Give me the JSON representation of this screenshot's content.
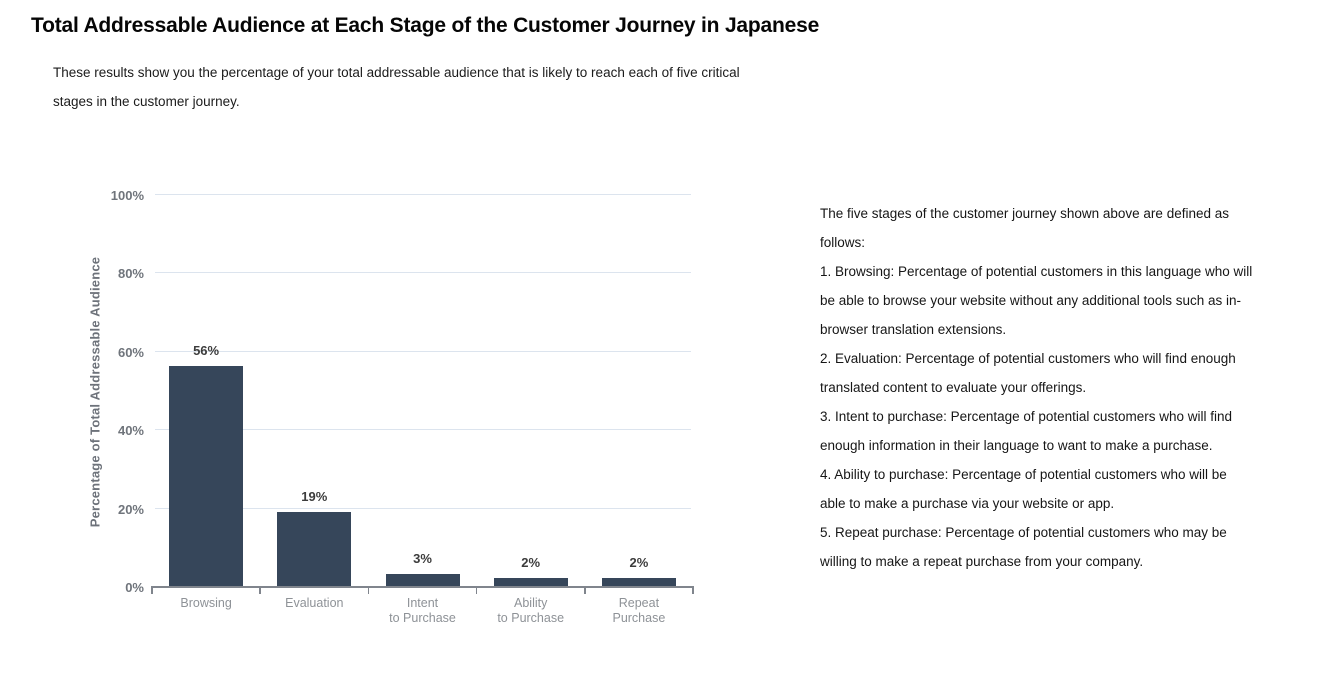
{
  "page": {
    "title": "Total Addressable Audience at Each Stage of the Customer Journey in Japanese",
    "subtitle_lines": [
      "These results show you the percentage of your total addressable audience that is likely to reach each of five critical",
      "stages in the customer journey."
    ]
  },
  "chart_data": {
    "type": "bar",
    "title": "",
    "categories": [
      "Browsing",
      "Evaluation",
      "Intent to Purchase",
      "Ability to Purchase",
      "Repeat Purchase"
    ],
    "category_label_lines": [
      [
        "Browsing"
      ],
      [
        "Evaluation"
      ],
      [
        "Intent",
        "to Purchase"
      ],
      [
        "Ability",
        "to Purchase"
      ],
      [
        "Repeat",
        "Purchase"
      ]
    ],
    "values": [
      56,
      19,
      3,
      2,
      2
    ],
    "value_labels": [
      "56%",
      "19%",
      "3%",
      "2%",
      "2%"
    ],
    "xlabel": "",
    "ylabel": "Percentage of Total Addressable Audience",
    "ylim": [
      0,
      100
    ],
    "yticks": [
      0,
      20,
      40,
      60,
      80,
      100
    ],
    "ytick_labels": [
      "0%",
      "20%",
      "40%",
      "60%",
      "80%",
      "100%"
    ],
    "grid": true,
    "legend": false,
    "bar_color": "#36465a",
    "grid_color": "#dce4ee",
    "axis_color": "#80858d"
  },
  "definitions": {
    "lines": [
      "The five stages of the customer journey shown above are defined as",
      "follows:",
      "1. Browsing: Percentage of potential customers in this language who will",
      "be able to browse your website without any additional tools such as in-",
      "browser translation extensions.",
      "2. Evaluation: Percentage of potential customers who will find enough",
      "translated content to evaluate your offerings.",
      "3. Intent to purchase: Percentage of potential customers who will find",
      "enough information in their language to want to make a purchase.",
      "4. Ability to purchase: Percentage of potential customers who will be",
      "able to make a purchase via your website or app.",
      "5. Repeat purchase: Percentage of potential customers who may be",
      "willing to make a repeat purchase from your company."
    ]
  }
}
